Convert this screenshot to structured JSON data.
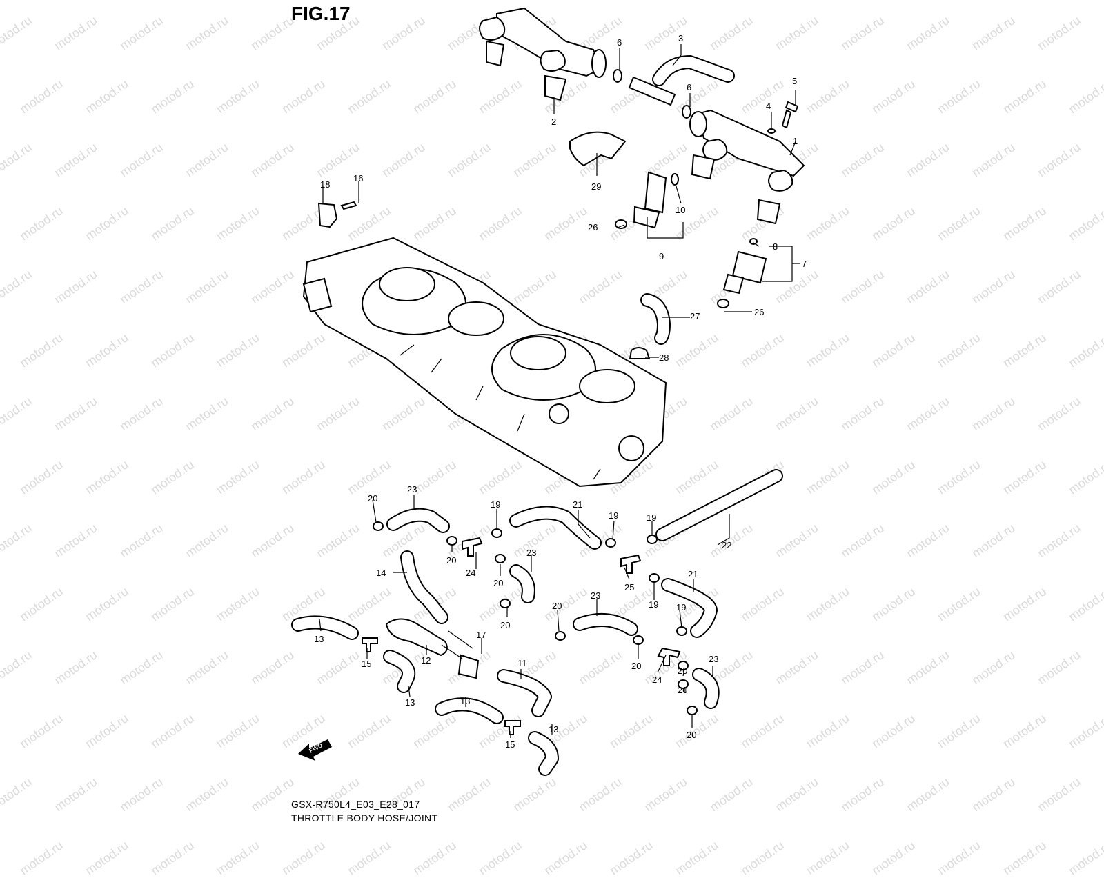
{
  "figure": {
    "title": "FIG.17",
    "code": "GSX-R750L4_E03_E28_017",
    "name": "THROTTLE BODY HOSE/JOINT"
  },
  "watermark": "motod.ru",
  "fwd_label": "FWD",
  "callouts": [
    {
      "id": "c1",
      "num": "1"
    },
    {
      "id": "c2",
      "num": "2"
    },
    {
      "id": "c3",
      "num": "3"
    },
    {
      "id": "c4",
      "num": "4"
    },
    {
      "id": "c5",
      "num": "5"
    },
    {
      "id": "c6a",
      "num": "6"
    },
    {
      "id": "c6b",
      "num": "6"
    },
    {
      "id": "c7",
      "num": "7"
    },
    {
      "id": "c8",
      "num": "8"
    },
    {
      "id": "c9",
      "num": "9"
    },
    {
      "id": "c10",
      "num": "10"
    },
    {
      "id": "c11",
      "num": "11"
    },
    {
      "id": "c12",
      "num": "12"
    },
    {
      "id": "c13a",
      "num": "13"
    },
    {
      "id": "c13b",
      "num": "13"
    },
    {
      "id": "c13c",
      "num": "13"
    },
    {
      "id": "c13d",
      "num": "13"
    },
    {
      "id": "c14",
      "num": "14"
    },
    {
      "id": "c15a",
      "num": "15"
    },
    {
      "id": "c15b",
      "num": "15"
    },
    {
      "id": "c16",
      "num": "16"
    },
    {
      "id": "c17",
      "num": "17"
    },
    {
      "id": "c18",
      "num": "18"
    },
    {
      "id": "c19a",
      "num": "19"
    },
    {
      "id": "c19b",
      "num": "19"
    },
    {
      "id": "c19c",
      "num": "19"
    },
    {
      "id": "c19d",
      "num": "19"
    },
    {
      "id": "c19e",
      "num": "19"
    },
    {
      "id": "c20a",
      "num": "20"
    },
    {
      "id": "c20b",
      "num": "20"
    },
    {
      "id": "c20c",
      "num": "20"
    },
    {
      "id": "c20d",
      "num": "20"
    },
    {
      "id": "c20e",
      "num": "20"
    },
    {
      "id": "c20f",
      "num": "20"
    },
    {
      "id": "c20g",
      "num": "20"
    },
    {
      "id": "c20h",
      "num": "20"
    },
    {
      "id": "c20i",
      "num": "20"
    },
    {
      "id": "c21a",
      "num": "21"
    },
    {
      "id": "c21b",
      "num": "21"
    },
    {
      "id": "c22",
      "num": "22"
    },
    {
      "id": "c23a",
      "num": "23"
    },
    {
      "id": "c23b",
      "num": "23"
    },
    {
      "id": "c23c",
      "num": "23"
    },
    {
      "id": "c23d",
      "num": "23"
    },
    {
      "id": "c24a",
      "num": "24"
    },
    {
      "id": "c24b",
      "num": "24"
    },
    {
      "id": "c25",
      "num": "25"
    },
    {
      "id": "c26a",
      "num": "26"
    },
    {
      "id": "c26b",
      "num": "26"
    },
    {
      "id": "c27",
      "num": "27"
    },
    {
      "id": "c28",
      "num": "28"
    },
    {
      "id": "c29",
      "num": "29"
    }
  ]
}
